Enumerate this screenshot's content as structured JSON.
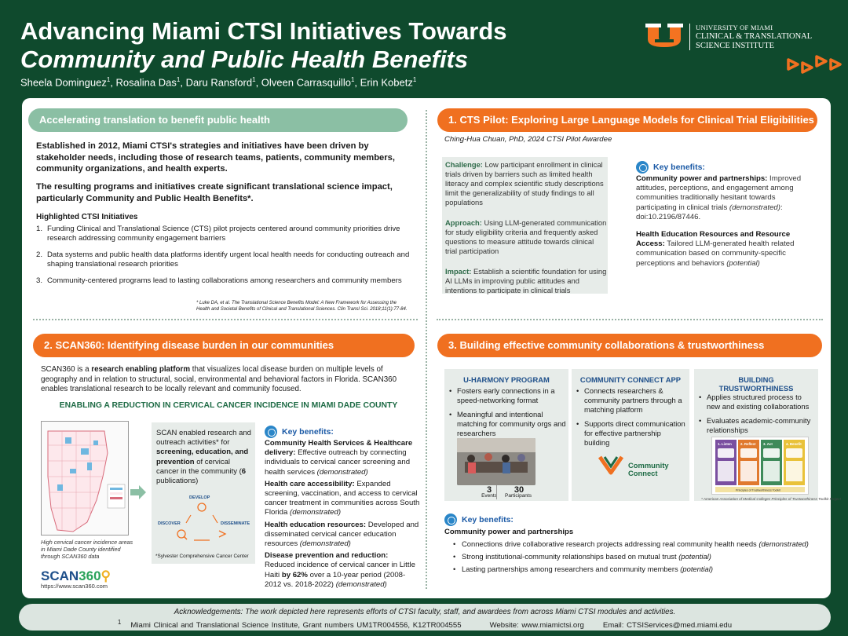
{
  "header": {
    "title_line1": "Advancing Miami CTSI Initiatives Towards",
    "title_line2": "Community and Public Health Benefits",
    "authors": [
      {
        "name": "Sheela Dominguez",
        "sup": "1"
      },
      {
        "name": "Rosalina Das",
        "sup": "1"
      },
      {
        "name": "Daru Ransford",
        "sup": "1"
      },
      {
        "name": "Olveen Carrasquillo",
        "sup": "1"
      },
      {
        "name": "Erin Kobetz",
        "sup": "1"
      }
    ],
    "logo": {
      "line1": "UNIVERSITY OF MIAMI",
      "line2": "CLINICAL & TRANSLATIONAL",
      "line3": "SCIENCE INSTITUTE"
    }
  },
  "intro": {
    "heading": "Accelerating translation to benefit public health",
    "para1": "Established in 2012, Miami CTSI's strategies and initiatives have been driven by stakeholder needs, including those of research teams, patients, community members, community organizations, and health experts.",
    "para2": "The resulting programs and initiatives create significant translational science impact, particularly Community and Public Health Benefits*.",
    "list_title": "Highlighted CTSI Initiatives",
    "items": [
      {
        "num": "1.",
        "text": "Funding Clinical and Translational Science (CTS) pilot projects centered around community priorities drive research addressing community engagement barriers"
      },
      {
        "num": "2.",
        "text": "Data systems and public health data platforms identify urgent local health needs for conducting outreach and shaping translational research priorities"
      },
      {
        "num": "3.",
        "text": "Community-centered programs lead to lasting collaborations among researchers and community members"
      }
    ],
    "footnote_line1": "* Luke DA, et al. The Translational Science Benefits Model: A New Framework for Assessing the",
    "footnote_line2": "Health and Societal Benefits of Clinical and Translational Sciences. Clin Transl Sci. 2018;11(1):77-84."
  },
  "pilot": {
    "heading": "1. CTS Pilot: Exploring Large Language Models for Clinical Trial Eligibilities",
    "awardee": "Ching-Hua Chuan, PhD, 2024 CTSI Pilot Awardee",
    "challenge_label": "Challenge:",
    "challenge": " Low participant enrollment in clinical trials driven by barriers such as limited health literacy and complex scientific study descriptions limit the generalizability of study findings to all populations",
    "approach_label": "Approach:",
    "approach": " Using LLM-generated communication for study eligibility criteria and frequently asked questions to measure attitude towards clinical trial participation",
    "impact_label": "Impact:",
    "impact": " Establish a scientific foundation for using AI LLMs in improving public attitudes and intentions to participate in clinical trials",
    "kb_title": "Key benefits:",
    "kb1_label": "Community power and partnerships:",
    "kb1_text": " Improved attitudes, perceptions, and engagement among communities traditionally hesitant towards participating in clinical trials ",
    "kb1_qual": "(demonstrated)",
    "kb1_doi": ": doi:10.2196/87446.",
    "kb2_label": "Health Education Resources and Resource Access:",
    "kb2_text": " Tailored LLM-generated health related communication based on community-specific perceptions and behaviors ",
    "kb2_qual": "(potential)"
  },
  "scan": {
    "heading": "2. SCAN360: Identifying disease burden in our communities",
    "intro_pre": "SCAN360 is a ",
    "intro_bold": "research enabling platform",
    "intro_post": " that visualizes local disease burden on multiple levels of geography and in relation to structural, social, environmental and behavioral factors in Florida. SCAN360 enables translational research to be locally relevant and community focused.",
    "subheading": "ENABLING A REDUCTION IN CERVICAL CANCER INCIDENCE IN MIAMI DADE COUNTY",
    "map_caption": "High cervical cancer incidence areas in Miami Dade County identified through SCAN360 data",
    "logo_a": "SCAN",
    "logo_b": "360",
    "url": "https://www.scan360.com",
    "box_pre": "SCAN enabled research and outreach activities* for ",
    "box_bold": "screening, education, and prevention",
    "box_mid": " of cervical cancer in the community (",
    "box_num": "6",
    "box_post": " publications)",
    "cycle_develop": "DEVELOP",
    "cycle_discover": "DISCOVER",
    "cycle_disseminate": "DISSEMINATE",
    "sylvester": "*Sylvester Comprehensive Cancer Center",
    "kb_title": "Key benefits:",
    "benefits": [
      {
        "label": "Community Health Services & Healthcare delivery:",
        "text": " Effective outreach by connecting individuals to cervical cancer screening and health services ",
        "qual": "(demonstrated)"
      },
      {
        "label": "Health care accessibility:",
        "text": " Expanded screening, vaccination, and access to cervical cancer treatment in communities across South Florida ",
        "qual": "(demonstrated)"
      },
      {
        "label": "Health education resources:",
        "text": " Developed and disseminated cervical cancer education resources ",
        "qual": "(demonstrated)"
      },
      {
        "label": "Disease prevention and reduction:",
        "text": " Reduced incidence of cervical cancer in Little Haiti ",
        "bold2": "by 62%",
        "text2": " over a 10-year period (2008-2012 vs. 2018-2022) ",
        "qual": "(demonstrated)"
      }
    ]
  },
  "collab": {
    "heading": "3. Building effective community collaborations & trustworthiness",
    "col1": {
      "title": "U-HARMONY PROGRAM",
      "items": [
        "Fosters early connections in a speed-networking format",
        "Meaningful and intentional matching for community orgs and researchers"
      ],
      "stat1_value": "3",
      "stat1_label": "Events",
      "stat2_value": "30",
      "stat2_label": "Participants"
    },
    "col2": {
      "title": "COMMUNITY CONNECT APP",
      "items": [
        "Connects researchers & community partners through a matching platform",
        "Supports direct communication for effective partnership building"
      ],
      "logo_line1": "Community",
      "logo_line2": "Connect"
    },
    "col3": {
      "title_line1": "BUILDING",
      "title_line2": "TRUSTWORTHINESS",
      "items": [
        "Applies structured process to new and existing collaborations",
        "Evaluates academic-community relationships"
      ],
      "steps": [
        "1. Listen",
        "2. Reflect",
        "3. Act",
        "4. Benefit"
      ],
      "toolkit": "Principles of Trustworthiness Toolkit",
      "note": "* American Association of Medical Colleges Principles of Trustworthiness Toolkit Project"
    },
    "kb_title": "Key benefits:",
    "kb_heading": "Community power and partnerships",
    "kb_items": [
      {
        "text": "Connections drive collaborative research projects addressing real community health needs ",
        "qual": "(demonstrated)"
      },
      {
        "text": "Strong institutional-community relationships based on mutual trust ",
        "qual": "(potential)"
      },
      {
        "text": "Lasting partnerships among researchers and community members ",
        "qual": "(potential)"
      }
    ]
  },
  "footer": {
    "ack": "Acknowledgements: The work depicted here represents efforts of CTSI faculty, staff, and awardees from across Miami CTSI modules and activities.",
    "sup": "1",
    "grant": "Miami Clinical and Translational Science Institute, Grant numbers UM1TR004556, K12TR004555",
    "website": "Website: www.miamictsi.org",
    "email": "Email: CTSIServices@med.miami.edu"
  },
  "colors": {
    "background": "#0f4a2d",
    "accent_orange": "#f07020",
    "accent_green": "#8bbfa4",
    "link_blue": "#1b5aa6"
  }
}
